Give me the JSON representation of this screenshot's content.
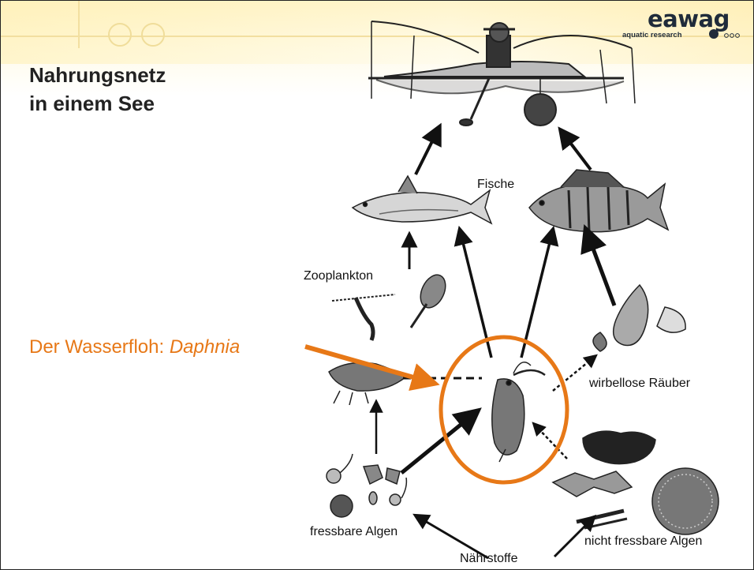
{
  "logo": {
    "word": "eawag",
    "tagline": "aquatic research",
    "mark": "ooo"
  },
  "title": {
    "line1": "Nahrungsnetz",
    "line2": "in einem See"
  },
  "labels": {
    "fish": "Fische",
    "zooplankton": "Zooplankton",
    "predators": "wirbellose Räuber",
    "edible_algae": "fressbare Algen",
    "inedible_algae": "nicht fressbare Algen",
    "nutrients": "Nährstoffe"
  },
  "callout": {
    "prefix": "Der Wasserfloh: ",
    "taxon": "Daphnia",
    "color": "#e77817"
  },
  "colors": {
    "header": "#fff3c6",
    "accent": "#e77817",
    "text": "#111111"
  }
}
